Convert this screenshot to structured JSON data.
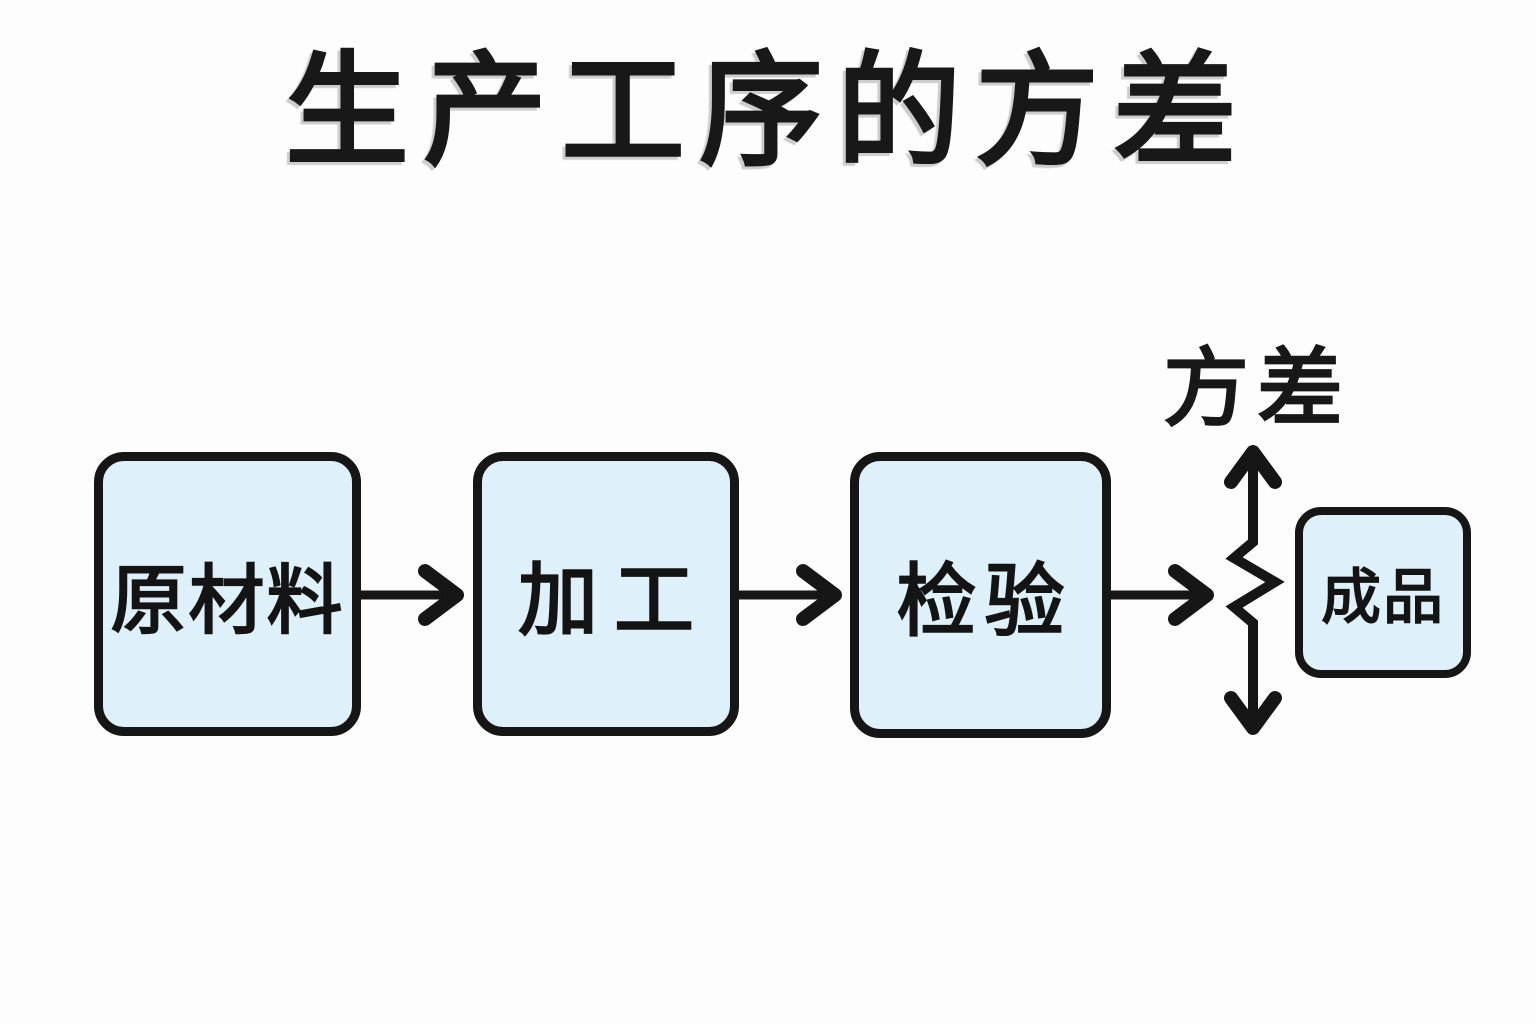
{
  "title": "生产工序的方差",
  "variance_label": "方差",
  "boxes": [
    {
      "id": "raw-materials",
      "label": "原材料"
    },
    {
      "id": "processing",
      "label": "加工"
    },
    {
      "id": "inspection",
      "label": "检验"
    },
    {
      "id": "finished-product",
      "label": "成品"
    }
  ],
  "arrows": [
    {
      "name": "raw-to-processing",
      "direction": "right"
    },
    {
      "name": "processing-to-inspection",
      "direction": "right"
    },
    {
      "name": "inspection-to-variance",
      "direction": "right"
    },
    {
      "name": "variance-range",
      "direction": "vertical-double",
      "style": "zigzag-middle"
    }
  ],
  "colors": {
    "background": "#fdfdfd",
    "box_fill": "#def1fa",
    "line": "#161616",
    "text": "#141414"
  }
}
